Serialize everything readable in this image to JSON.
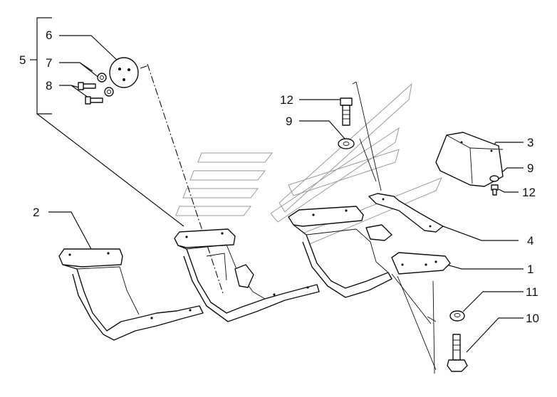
{
  "labels": {
    "l1": "1",
    "l2": "2",
    "l3": "3",
    "l4": "4",
    "l5": "5",
    "l6": "6",
    "l7": "7",
    "l8": "8",
    "l9a": "9",
    "l9b": "9",
    "l10": "10",
    "l11": "11",
    "l12a": "12",
    "l12b": "12"
  },
  "colors": {
    "line": "#111111",
    "watermark": "#9a9a9a",
    "background": "#ffffff"
  }
}
